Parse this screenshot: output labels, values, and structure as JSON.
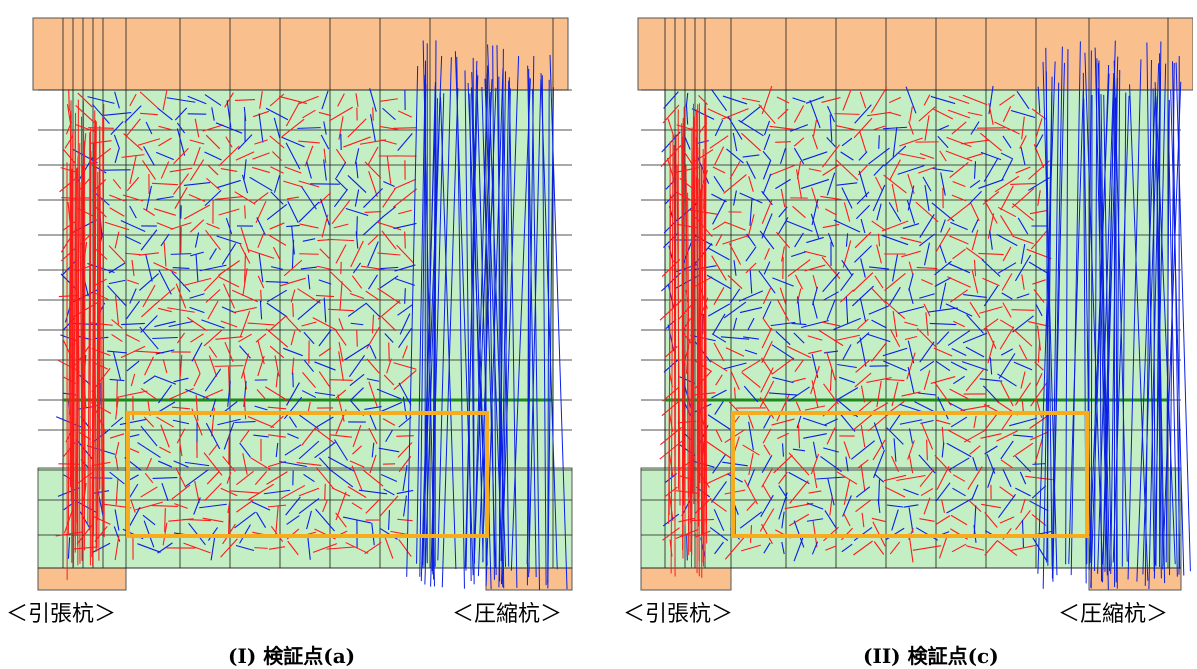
{
  "colors": {
    "beam": "#f9c08e",
    "concrete": "#c4efc4",
    "grid": "#1a1a1a",
    "tension": "#ff1a1a",
    "compression": "#0a1fe6",
    "highlight": "#f6ac1c",
    "rebar": "#1e8a1e"
  },
  "panels": [
    {
      "id": "panel-a",
      "labels": {
        "tension_pile": "＜引張杭＞",
        "compression_pile": "＜圧縮杭＞"
      },
      "caption": "(I)  検証点(a)"
    },
    {
      "id": "panel-b",
      "labels": {
        "tension_pile": "＜引張杭＞",
        "compression_pile": "＜圧縮杭＞"
      },
      "caption": "(II)  検証点(c)"
    }
  ]
}
